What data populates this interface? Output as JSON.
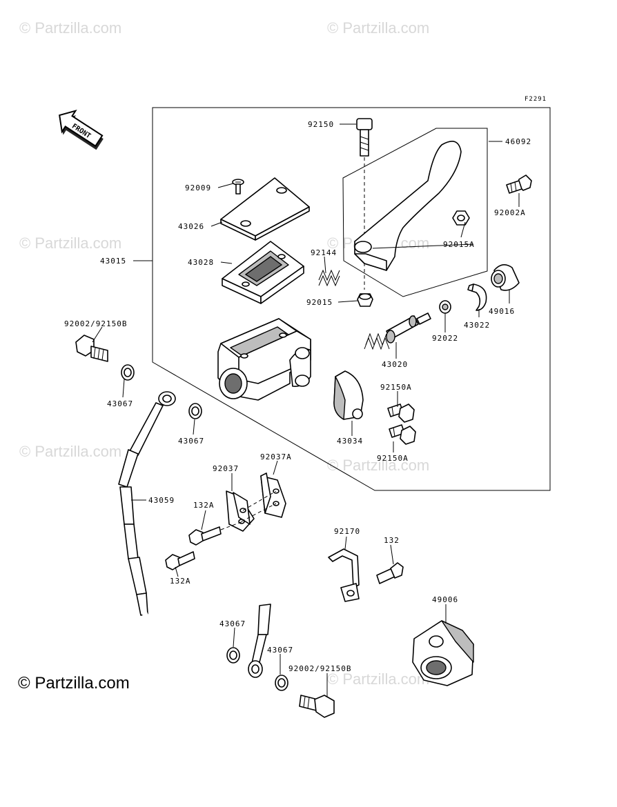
{
  "watermark": "© Partzilla.com",
  "figure_code": "F2291",
  "front_label": "FRONT",
  "parts": {
    "p92150": "92150",
    "p46092": "46092",
    "p92009": "92009",
    "p92002A": "92002A",
    "p43026": "43026",
    "p92015A": "92015A",
    "p92144": "92144",
    "p43015": "43015",
    "p43028": "43028",
    "p92015": "92015",
    "p49016": "49016",
    "p43022": "43022",
    "p92022": "92022",
    "p92002_92150B_top": "92002/92150B",
    "p43020": "43020",
    "p92150A_1": "92150A",
    "p43067_1": "43067",
    "p43067_2": "43067",
    "p43034": "43034",
    "p92150A_2": "92150A",
    "p92037": "92037",
    "p92037A": "92037A",
    "p43059": "43059",
    "p132A_1": "132A",
    "p132A_2": "132A",
    "p92170": "92170",
    "p132": "132",
    "p49006": "49006",
    "p43067_3": "43067",
    "p43067_4": "43067",
    "p92002_92150B_bot": "92002/92150B"
  }
}
